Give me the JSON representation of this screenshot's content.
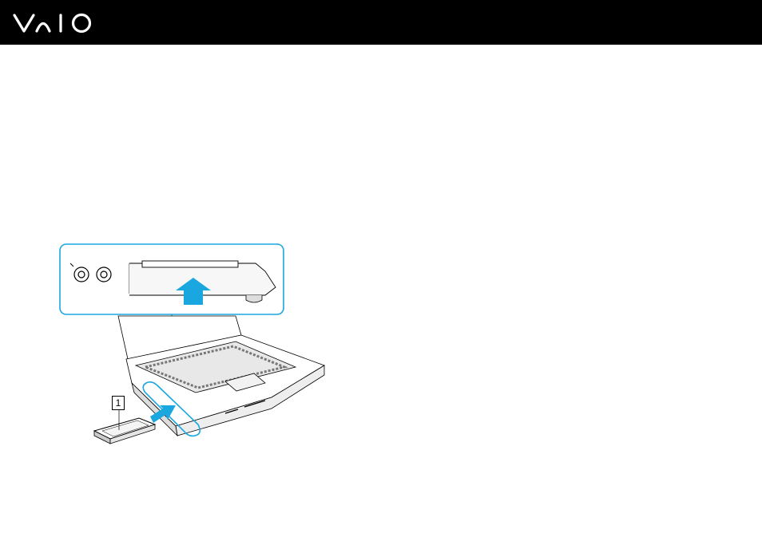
{
  "header": {
    "logo_icon": "vaio-logo"
  },
  "figure": {
    "callouts": [
      "1"
    ],
    "accent_color": "#1aa7e0",
    "icons": [
      "laptop-illustration",
      "expresscard-module",
      "insert-arrow-icon",
      "magnified-slot-inset"
    ]
  }
}
